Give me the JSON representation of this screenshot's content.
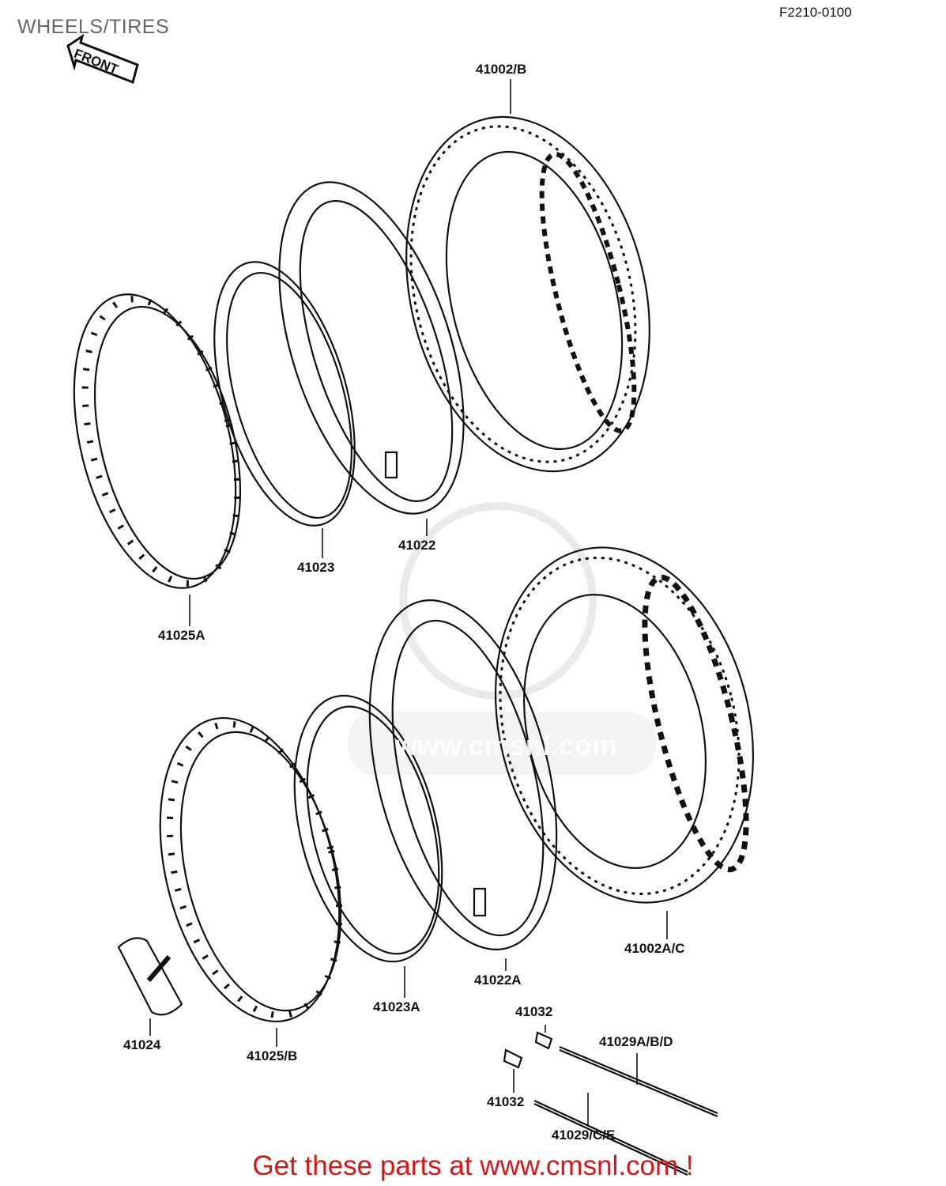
{
  "header": {
    "title": "WHEELS/TIRES",
    "diagram_code": "F2210-0100"
  },
  "front_indicator": {
    "label": "FRONT",
    "icon": "front-arrow-icon"
  },
  "watermark": {
    "text": "www.cmsnl.com"
  },
  "parts": {
    "tire_rear": "41002/B",
    "tube_rear": "41022",
    "rim_band_rear": "41023",
    "rim_rear": "41025A",
    "tire_front": "41002A/C",
    "tube_front": "41022A",
    "rim_band_front": "41023A",
    "rim_front": "41025/B",
    "rim_lock": "41024",
    "nipple_upper": "41032",
    "nipple_lower": "41032",
    "spoke_long": "41029A/B/D",
    "spoke_short": "41029/C/E"
  },
  "footer": {
    "link_text": "Get these parts at www.cmsnl.com !",
    "link_color": "#e11212"
  }
}
